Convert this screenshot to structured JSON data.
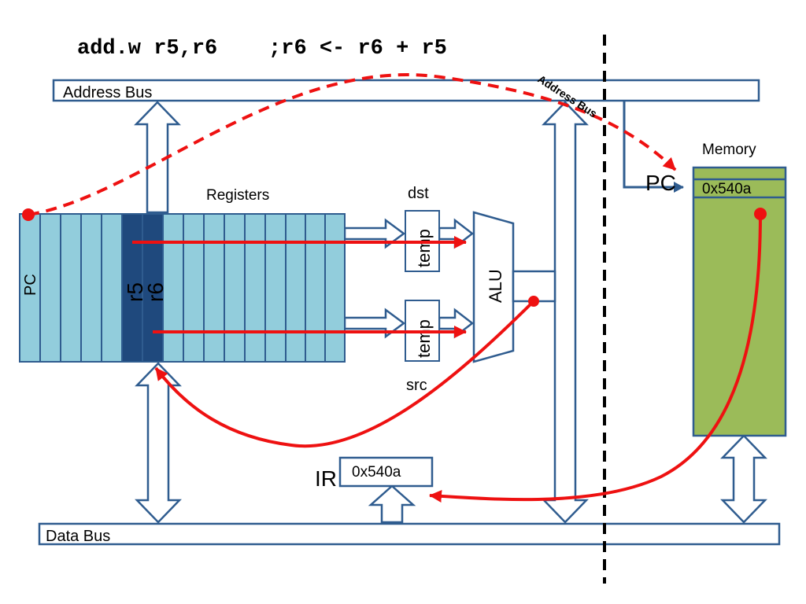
{
  "title": "add.w r5,r6    ;r6 <- r6 + r5",
  "address_bus": {
    "label": "Address Bus",
    "arrow_label": "Address Bus"
  },
  "data_bus": {
    "label": "Data Bus"
  },
  "registers": {
    "label": "Registers",
    "pc_label": "PC",
    "r5_label": "r5",
    "r6_label": "r6"
  },
  "alu": {
    "label": "ALU",
    "dst_label": "dst",
    "src_label": "src",
    "temp_top": "temp",
    "temp_bottom": "temp"
  },
  "ir": {
    "label": "IR",
    "value": "0x540a"
  },
  "memory": {
    "label": "Memory",
    "pc_label": "PC",
    "cell_value": "0x540a"
  },
  "colors": {
    "bus_stroke": "#2f5c8f",
    "register_fill": "#92cddc",
    "register_selected": "#1f497d",
    "memory_fill": "#9bbb59",
    "flow": "#ee1111"
  }
}
